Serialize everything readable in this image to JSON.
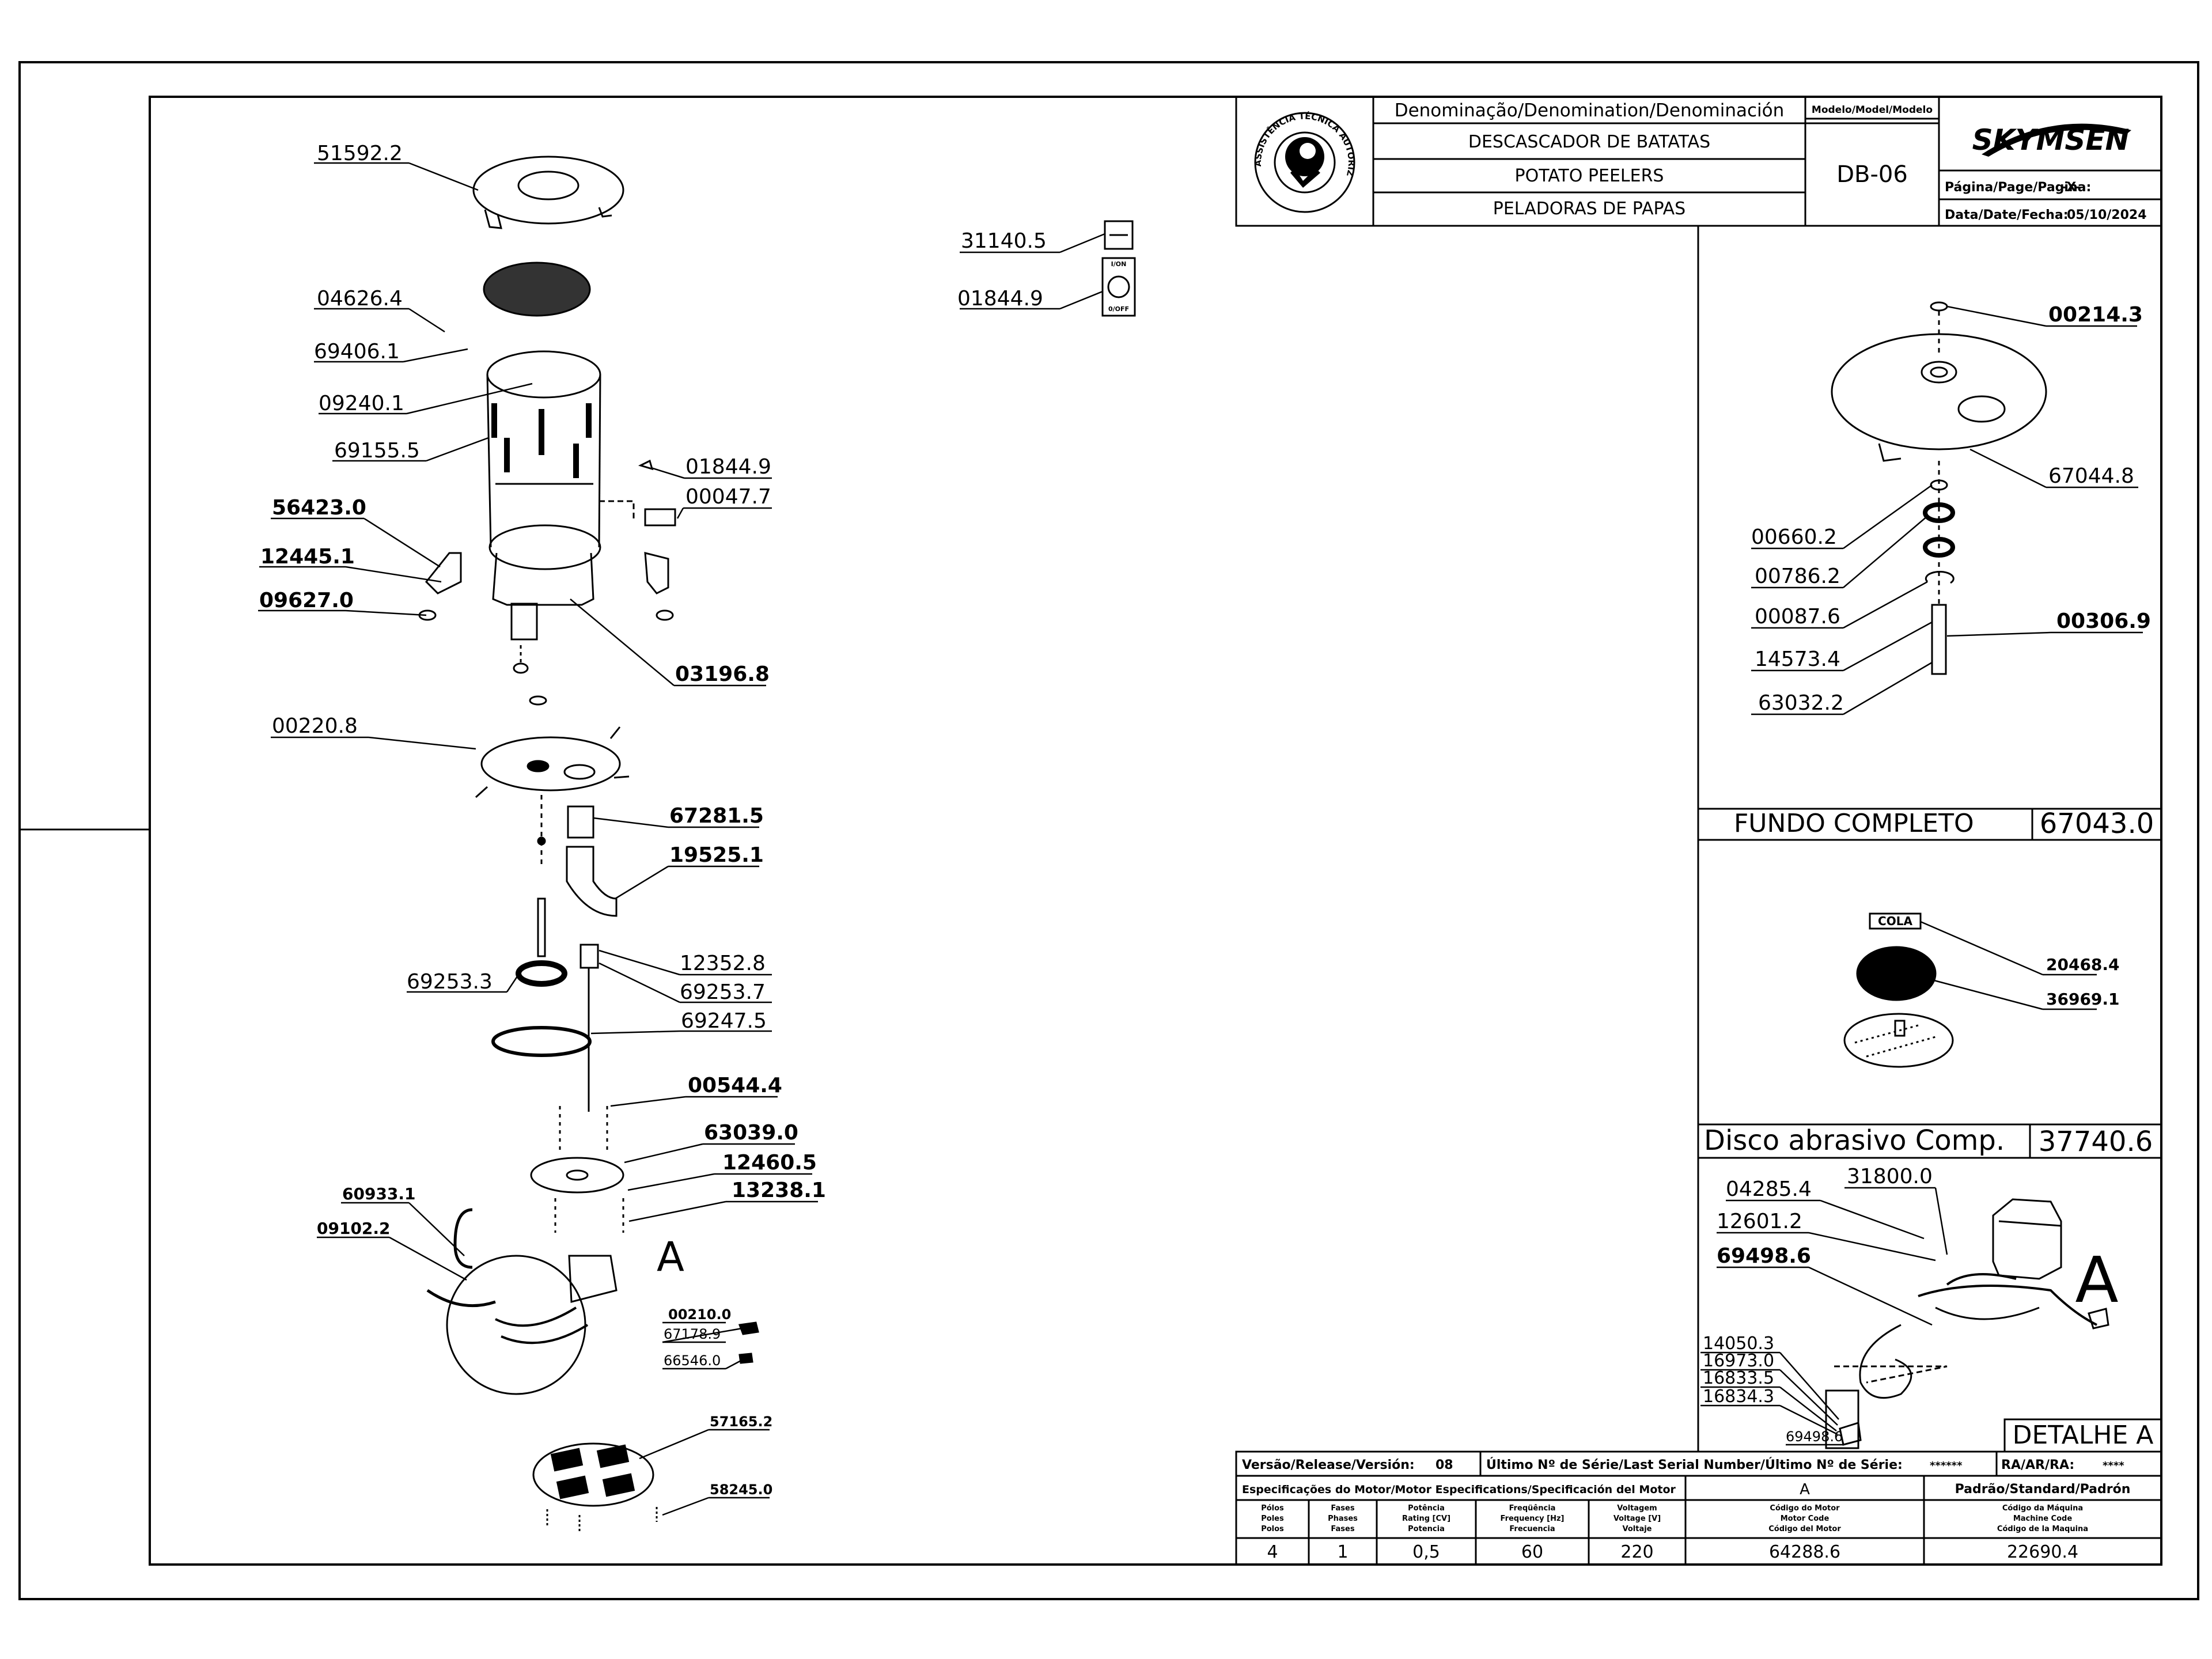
{
  "title_block": {
    "denomination_header": "Denominação/Denomination/Denominación",
    "model_header": "Modelo/Model/Modelo",
    "name_pt": "DESCASCADOR DE BATATAS",
    "name_en": "POTATO PEELERS",
    "name_es": "PELADORAS DE PAPAS",
    "model": "DB-06",
    "brand": "SKYMSEN",
    "page_label": "Página/Page/Pagina:",
    "page_value": "-X-",
    "date_label": "Data/Date/Fecha:",
    "date_value": "05/10/2024",
    "seal_text": "ASSISTÊNCIA TÉCNICA AUTORIZADA"
  },
  "main_parts": [
    "51592.2",
    "04626.4",
    "69406.1",
    "09240.1",
    "69155.5",
    "56423.0",
    "12445.1",
    "09627.0",
    "03196.8",
    "01844.9",
    "00047.7",
    "31140.5",
    "01844.9",
    "00220.8",
    "67281.5",
    "19525.1",
    "12352.8",
    "69253.3",
    "69253.7",
    "69247.5",
    "00544.4",
    "63039.0",
    "12460.5",
    "13238.1",
    "60933.1",
    "09102.2",
    "00210.0",
    "67178.9",
    "66546.0",
    "57165.2",
    "58245.0"
  ],
  "switch_labels": {
    "on": "I/ON",
    "off": "0/OFF"
  },
  "detail_label_A": "A",
  "fundo": {
    "parts": [
      "00214.3",
      "67044.8",
      "00660.2",
      "00786.2",
      "00087.6",
      "00306.9",
      "14573.4",
      "63032.2"
    ],
    "title": "FUNDO COMPLETO",
    "code": "67043.0"
  },
  "disco": {
    "cola": "COLA",
    "parts": [
      "20468.4",
      "36969.1"
    ],
    "title": "Disco abrasivo Comp.",
    "code": "37740.6"
  },
  "detalhe": {
    "parts": [
      "04285.4",
      "31800.0",
      "12601.2",
      "69498.6",
      "14050.3",
      "16973.0",
      "16833.5",
      "16834.3",
      "69498.6"
    ],
    "letter": "A",
    "title": "DETALHE A"
  },
  "footer": {
    "version_label": "Versão/Release/Versión:",
    "version_value": "08",
    "serial_label": "Último Nº de Série/Last Serial Number/Último Nº de Série:",
    "serial_value": "******",
    "ra_label": "RA/AR/RA:",
    "ra_value": "****",
    "motor_spec_label": "Especificações do Motor/Motor Especifications/Specificación del Motor",
    "motor_letter": "A",
    "standard_label": "Padrão/Standard/Padrón",
    "headers": [
      [
        "Pólos",
        "Poles",
        "Polos"
      ],
      [
        "Fases",
        "Phases",
        "Fases"
      ],
      [
        "Potência",
        "Rating [CV]",
        "Potencia"
      ],
      [
        "Freqüência",
        "Frequency [Hz]",
        "Frecuencia"
      ],
      [
        "Voltagem",
        "Voltage [V]",
        "Voltaje"
      ],
      [
        "Código do Motor",
        "Motor Code",
        "Código del Motor"
      ],
      [
        "Código da Máquina",
        "Machine Code",
        "Código de la Maquina"
      ]
    ],
    "values": [
      "4",
      "1",
      "0,5",
      "60",
      "220",
      "64288.6",
      "22690.4"
    ]
  }
}
